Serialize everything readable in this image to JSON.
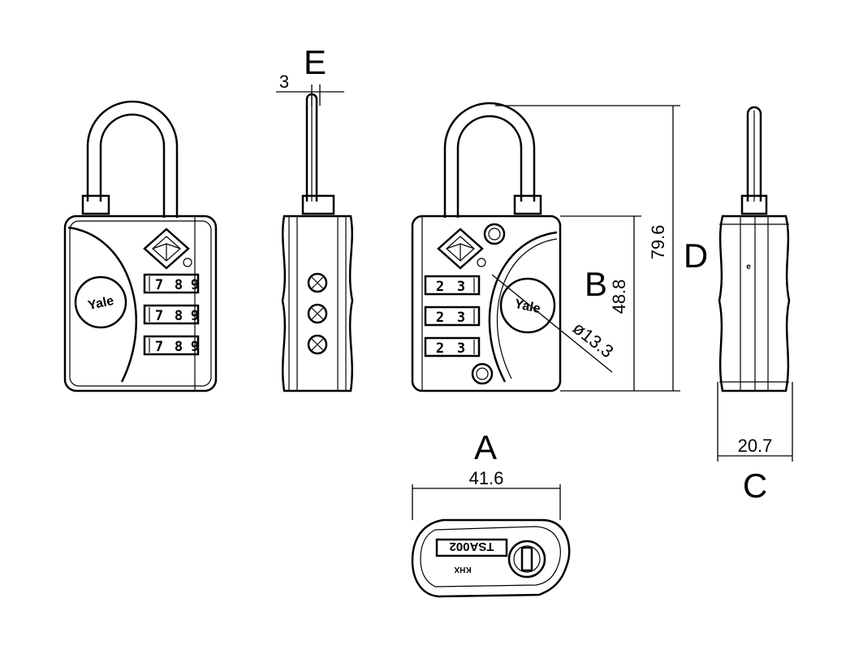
{
  "views": {
    "front_left": {
      "brand": "Yale",
      "wheel_digits": [
        "7",
        "8",
        "9"
      ]
    },
    "front_right": {
      "brand": "Yale",
      "wheel_digits": [
        "2",
        "3"
      ]
    },
    "bottom": {
      "model_code": "TSA002",
      "key_code": "KHX"
    },
    "end": {
      "key_mark": "e"
    }
  },
  "dimensions": {
    "A": {
      "letter": "A",
      "value": "41.6"
    },
    "B": {
      "letter": "B",
      "value": "48.8"
    },
    "C": {
      "letter": "C",
      "value": "20.7"
    },
    "D": {
      "letter": "D",
      "value": "79.6"
    },
    "E": {
      "letter": "E",
      "value": "3"
    },
    "diameter": {
      "value": "ø13.3"
    }
  }
}
